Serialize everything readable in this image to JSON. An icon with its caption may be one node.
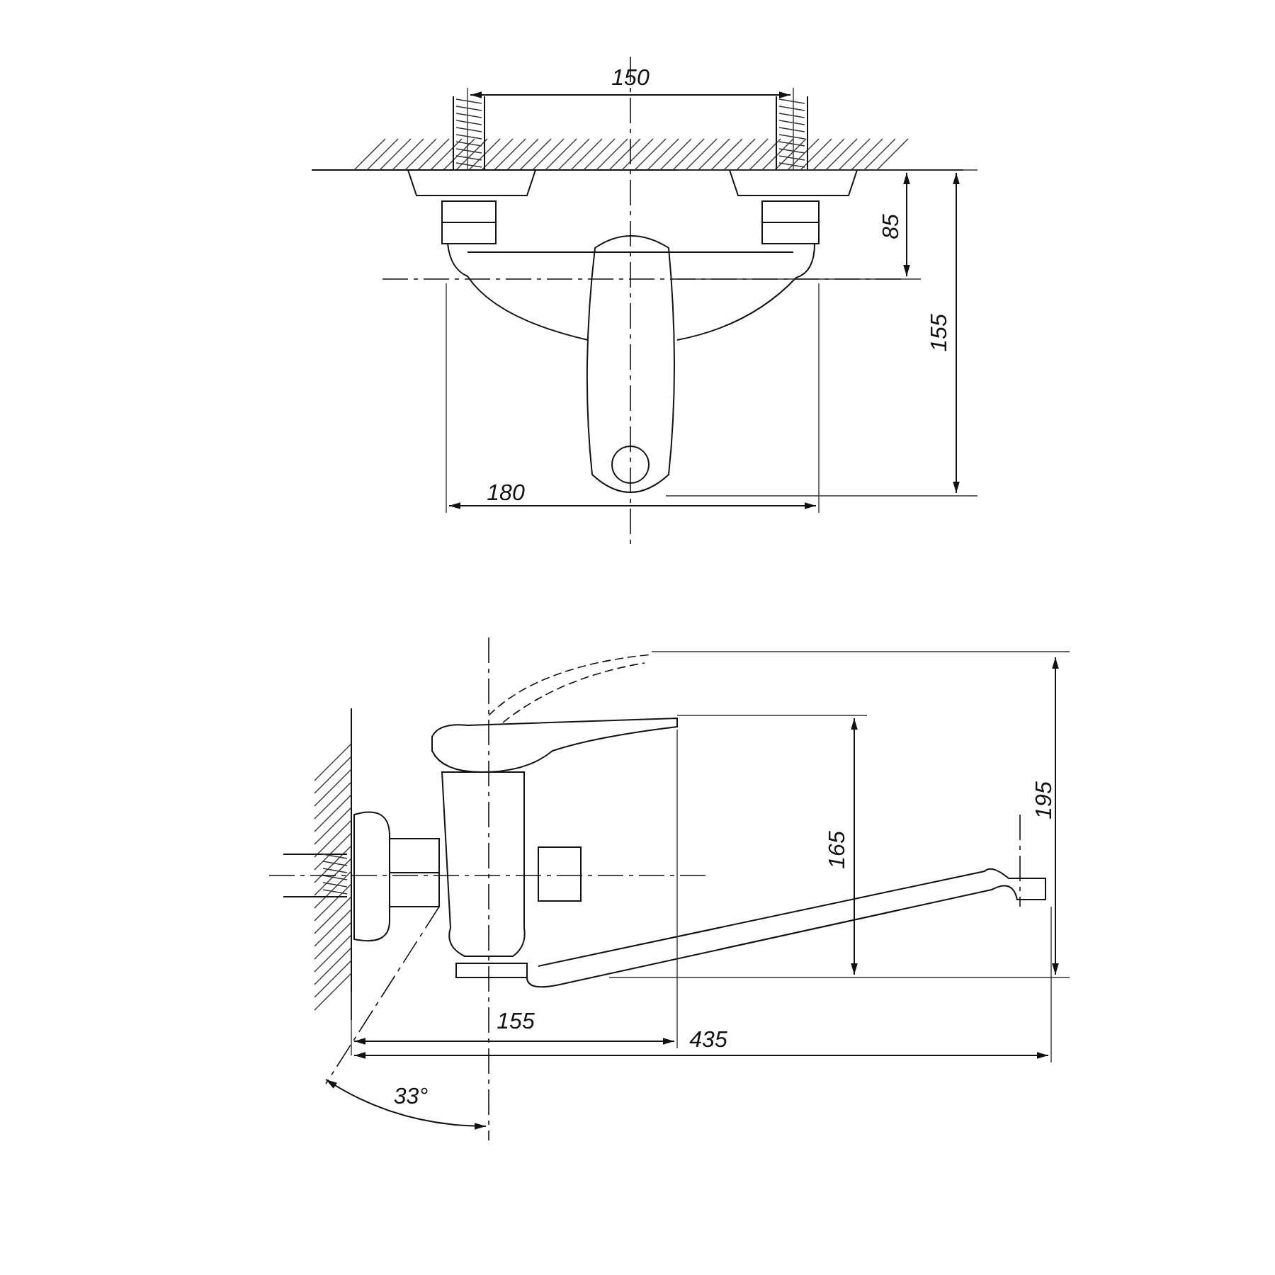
{
  "diagram": {
    "labels": [
      "150",
      "85",
      "155",
      "180",
      "195",
      "165",
      "155",
      "435",
      "33°"
    ]
  }
}
